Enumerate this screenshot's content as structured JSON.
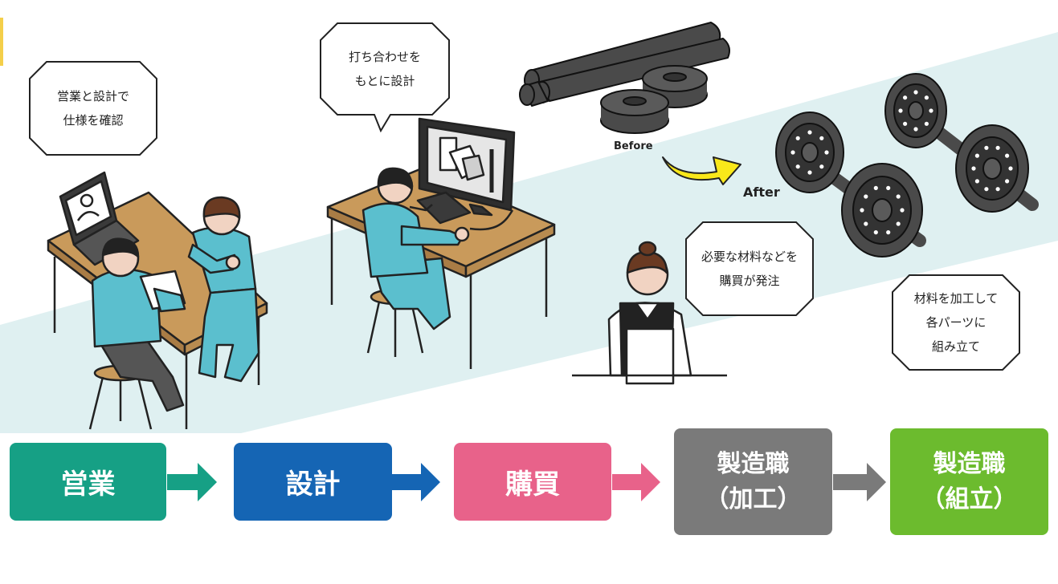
{
  "bubbles": {
    "sales": "営業と設計で\n仕様を確認",
    "design": "打ち合わせを\nもとに設計",
    "purchase": "必要な材料などを\n購買が発注",
    "assembly": "材料を加工して\n各パーツに\n組み立て"
  },
  "labels": {
    "before": "Before",
    "after": "After"
  },
  "steps": [
    {
      "label": "営業",
      "color": "#16a085"
    },
    {
      "label": "設計",
      "color": "#1565b4"
    },
    {
      "label": "購買",
      "color": "#e8628a"
    },
    {
      "label": "製造職\n（加工）",
      "color": "#7a7a7a"
    },
    {
      "label": "製造職\n（組立）",
      "color": "#6cbb2e"
    }
  ],
  "colors": {
    "band": "#dff0f1",
    "uniform": "#5bbfce",
    "desk": "#c99a5b",
    "metal": "#4a4a4a"
  }
}
